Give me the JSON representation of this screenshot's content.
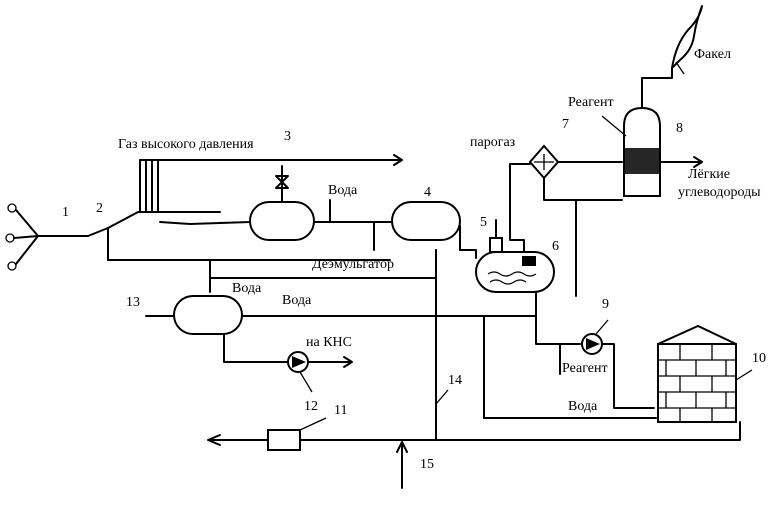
{
  "labels": {
    "gas_hp": "Газ высокого давления",
    "water_1": "Вода",
    "demulsifier": "Деэмульгатор",
    "water_2": "Вода",
    "water_3": "Вода",
    "to_kns": "на КНС",
    "steam_gas": "парогаз",
    "reagent_top": "Реагент",
    "flare": "Факел",
    "light_hc_1": "Лёгкие",
    "light_hc_2": "углеводороды",
    "reagent_pump": "Реагент",
    "water_bottom": "Вода"
  },
  "numbers": [
    "1",
    "2",
    "3",
    "4",
    "5",
    "6",
    "7",
    "8",
    "9",
    "10",
    "11",
    "12",
    "13",
    "14",
    "15"
  ]
}
